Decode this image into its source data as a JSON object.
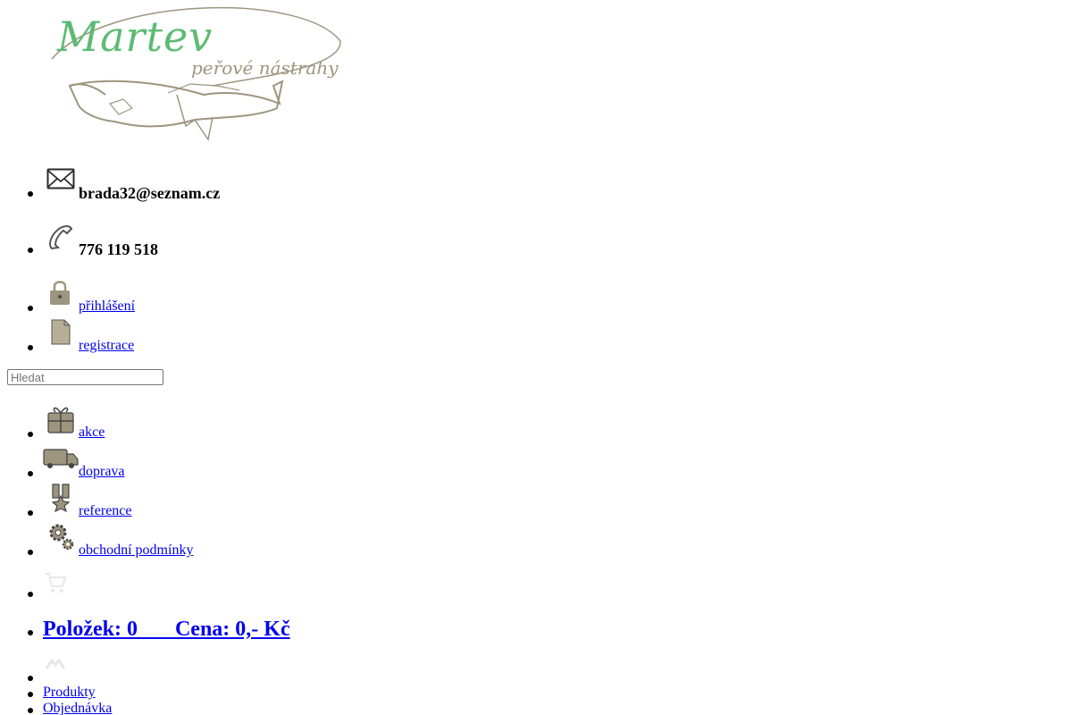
{
  "logo": {
    "name": "Martev",
    "tagline": "peřové nástrahy"
  },
  "contact": {
    "email": "brada32@seznam.cz",
    "phone": "776 119 518"
  },
  "account": {
    "login": "přihlášení",
    "register": "registrace"
  },
  "search": {
    "placeholder": "Hledat"
  },
  "menu": {
    "akce": "akce",
    "doprava": "doprava",
    "reference": "reference",
    "podminky": "obchodní podmínky"
  },
  "cart": {
    "summary": "Položek: 0       Cena: 0,- Kč"
  },
  "bottom_nav": {
    "produkty": "Produkty",
    "objednavka": "Objednávka"
  },
  "icons": [
    "mail-icon",
    "phone-icon",
    "lock-icon",
    "document-icon",
    "gift-icon",
    "truck-icon",
    "medal-icon",
    "gears-icon",
    "cart-icon",
    "tools-icon"
  ]
}
